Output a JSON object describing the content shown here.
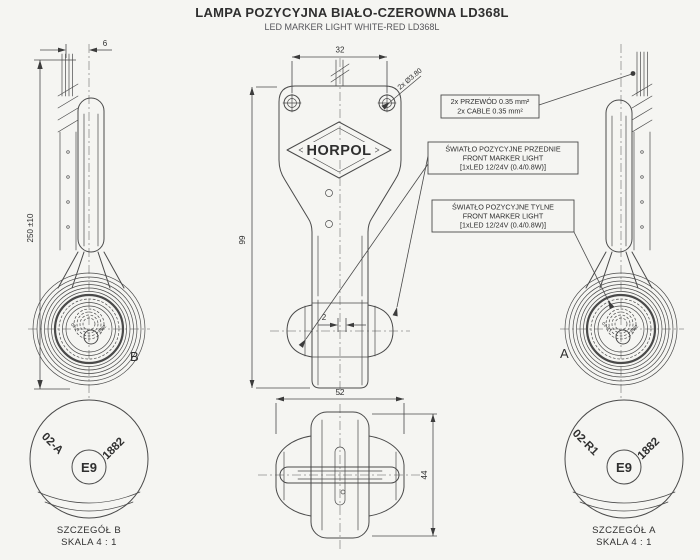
{
  "title": {
    "line1": "LAMPA POZYCYJNA BIAŁO-CZEROWNA LD368L",
    "line2": "LED MARKER LIGHT WHITE-RED LD368L"
  },
  "views": {
    "side_b": {
      "label": "B",
      "dim_length": "250 ±10",
      "dim_offset": "6"
    },
    "front": {
      "logo": "HORPOL",
      "dim_width": "32",
      "dim_height": "99",
      "dim_hole": "2x Ø3.80",
      "dim_gap": "2"
    },
    "side_a": {
      "label": "A"
    },
    "top": {
      "dim_width": "52",
      "dim_depth": "44"
    }
  },
  "notes": {
    "cables": {
      "line1": "2x PRZEWÓD 0.35 mm²",
      "line2": "2x CABLE 0.35 mm²"
    },
    "front_light": {
      "line1": "ŚWIATŁO POZYCYJNE PRZEDNIE",
      "line2": "FRONT MARKER LIGHT",
      "line3": "[1xLED 12/24V (0.4/0.8W)]"
    },
    "rear_light": {
      "line1": "ŚWIATŁO POZYCYJNE TYLNE",
      "line2": "FRONT MARKER LIGHT",
      "line3": "[1xLED 12/24V (0.4/0.8W)]"
    }
  },
  "details": {
    "b": {
      "code": "02-A",
      "e_mark": "E9",
      "number": "1882",
      "caption": "SZCZEGÓŁ B",
      "scale": "SKALA 4 : 1"
    },
    "a": {
      "code": "02-R1",
      "e_mark": "E9",
      "number": "1882",
      "caption": "SZCZEGÓŁ A",
      "scale": "SKALA 4 : 1"
    }
  },
  "colors": {
    "line": "#4a4a4a",
    "text": "#2f2f2f",
    "background": "#f5f5f2"
  }
}
